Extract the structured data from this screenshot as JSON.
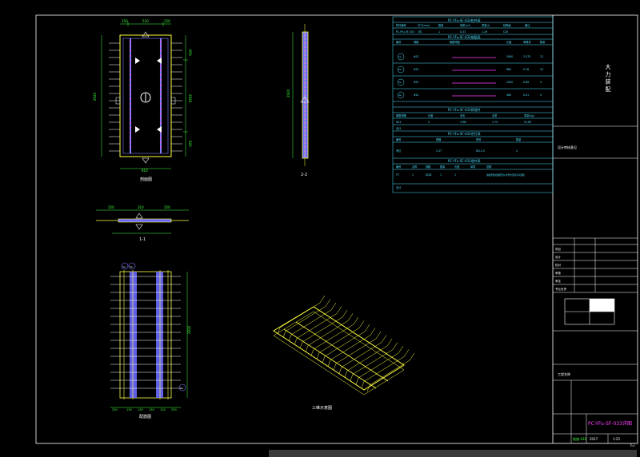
{
  "drawing": {
    "plan_view": {
      "caption": "剖面图",
      "dims_top": [
        "150",
        "510",
        "150"
      ],
      "dim_bottom": "810",
      "dim_left": "2920",
      "dims_right": [
        "950",
        "2920",
        "920"
      ],
      "section_mark": "2"
    },
    "section_1_1": {
      "caption": "1-1",
      "dims": [
        "250",
        "310",
        "250"
      ]
    },
    "section_2_2": {
      "caption": "2-2",
      "dims": [
        "2920"
      ]
    },
    "rebar_plan": {
      "caption": "配筋图",
      "bubbles": [
        "1a",
        "2a",
        "3a"
      ],
      "dims_bottom": [
        "250",
        "130",
        "130",
        "130",
        "120",
        "250"
      ],
      "dim_right": "2920"
    },
    "iso_view": {
      "caption": "三维示意图"
    }
  },
  "tables": {
    "component_table": {
      "title": "PC-YFu-SF-033构件表",
      "headers": [
        "构件编号",
        "尺寸(mm)",
        "数量",
        "体积(m³)",
        "重量(t)",
        "砼等级",
        "备注"
      ],
      "row": [
        "PC-YFu-SF-033",
        "1件",
        "1",
        "0.33",
        "1.29",
        "C30",
        ""
      ]
    },
    "rebar_table": {
      "title": "PC-YFu-SF-033钢筋表",
      "headers": [
        "编号",
        "规格",
        "钢筋简图",
        "长度",
        "单根重",
        "数量"
      ],
      "rows": [
        {
          "id": "1a",
          "spec": "Φ12",
          "len": "2900",
          "w": "2.575",
          "n": "12"
        },
        {
          "id": "2a",
          "spec": "Φ12",
          "len": "880",
          "w": "0.78",
          "n": "24"
        },
        {
          "id": "3a",
          "spec": "Φ12",
          "len": "1000",
          "w": "0.89",
          "n": "4"
        },
        {
          "id": "4a",
          "spec": "Φ12",
          "len": "460",
          "w": "0.41",
          "n": "4"
        }
      ]
    },
    "weight_table": {
      "title": "PC-YFu-SF-033预埋件",
      "headers": [
        "钢筋规格",
        "长度",
        "总长",
        "总重",
        "重量(kg)"
      ],
      "rows": [
        [
          "Φ12",
          "2",
          "1780",
          "1.75",
          "51.89"
        ],
        [
          "合计",
          "",
          "",
          "",
          ""
        ]
      ]
    },
    "lift_table": {
      "title": "PC-YFu-SF-033吊钉表",
      "headers": [
        "编号",
        "规格",
        "型号",
        "数量"
      ],
      "row": [
        "吊钉",
        "2.5T",
        "RD-2.5",
        "4"
      ]
    },
    "insert_table": {
      "title": "PC-YFu-SF-033埋件表",
      "headers": [
        "编号",
        "名称",
        "规格",
        "数量",
        "长度",
        "单重",
        "说明"
      ],
      "rows": [
        [
          "YT",
          "1",
          "DJ18",
          "1",
          "1",
          "",
          "钢板厚度按图纸所示,埋件位置详见平面图"
        ],
        [
          "合计",
          "",
          "",
          "",
          "",
          "",
          ""
        ]
      ]
    }
  },
  "title_block": {
    "company": "大 力 装 配",
    "approval": "设计审核意见",
    "fields": [
      "项目",
      "设计",
      "校对",
      "审核",
      "审定",
      "专业负责"
    ],
    "project": "工程名称",
    "drawing_title": "PC-YFu-SF-033详图",
    "scale": "1:25",
    "sheet": "2017",
    "code": "结施-032"
  },
  "page_no": "62",
  "colors": {
    "cyan": "#4fe0ff",
    "yellow": "#ffff40",
    "green": "#40ff40",
    "magenta": "#ff40ff",
    "blue": "#6a6aff",
    "white": "#ffffff"
  }
}
